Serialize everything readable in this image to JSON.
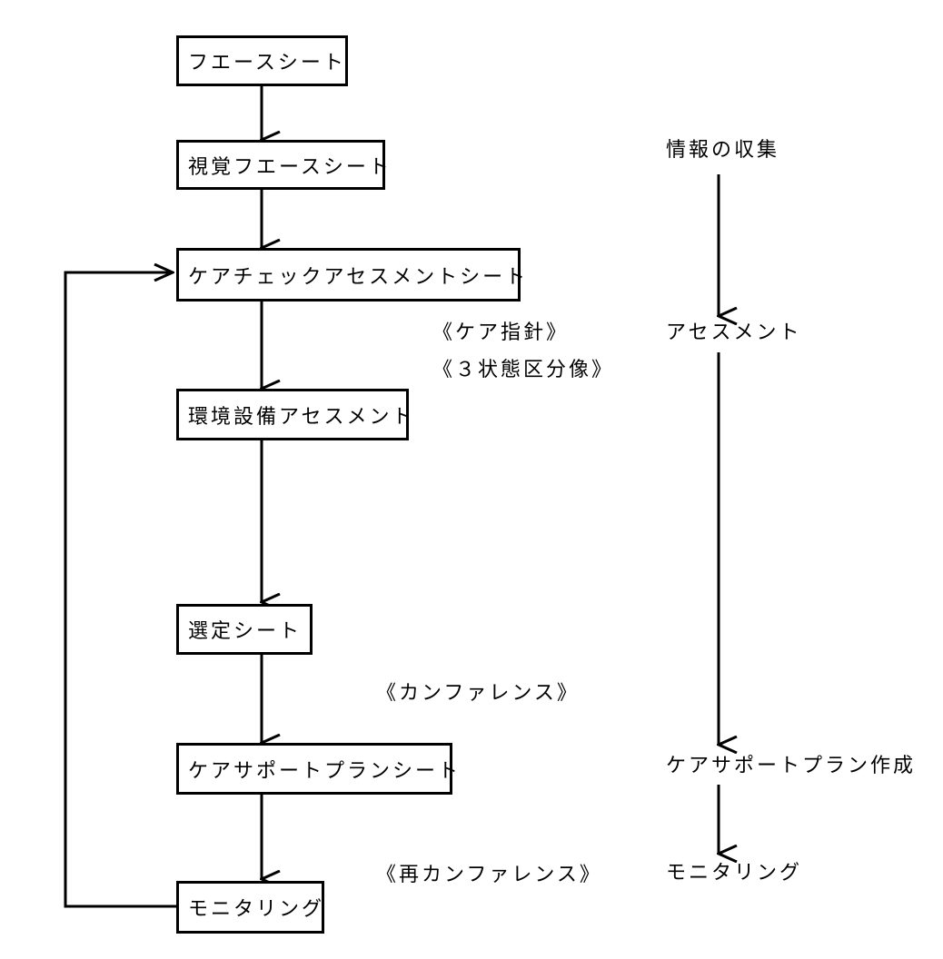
{
  "flow": {
    "steps": [
      "フエースシート",
      "視覚フエースシート",
      "ケアチェックアセスメントシート",
      "環境設備アセスメント",
      "選定シート",
      "ケアサポートプランシート",
      "モニタリング"
    ],
    "annotations": {
      "care_guideline": "《ケア指針》",
      "three_states": "《３状態区分像》",
      "conference": "《カンファレンス》",
      "reconference": "《再カンファレンス》"
    }
  },
  "process": {
    "stages": [
      "情報の収集",
      "アセスメント",
      "ケアサポートプラン作成",
      "モニタリング"
    ]
  }
}
